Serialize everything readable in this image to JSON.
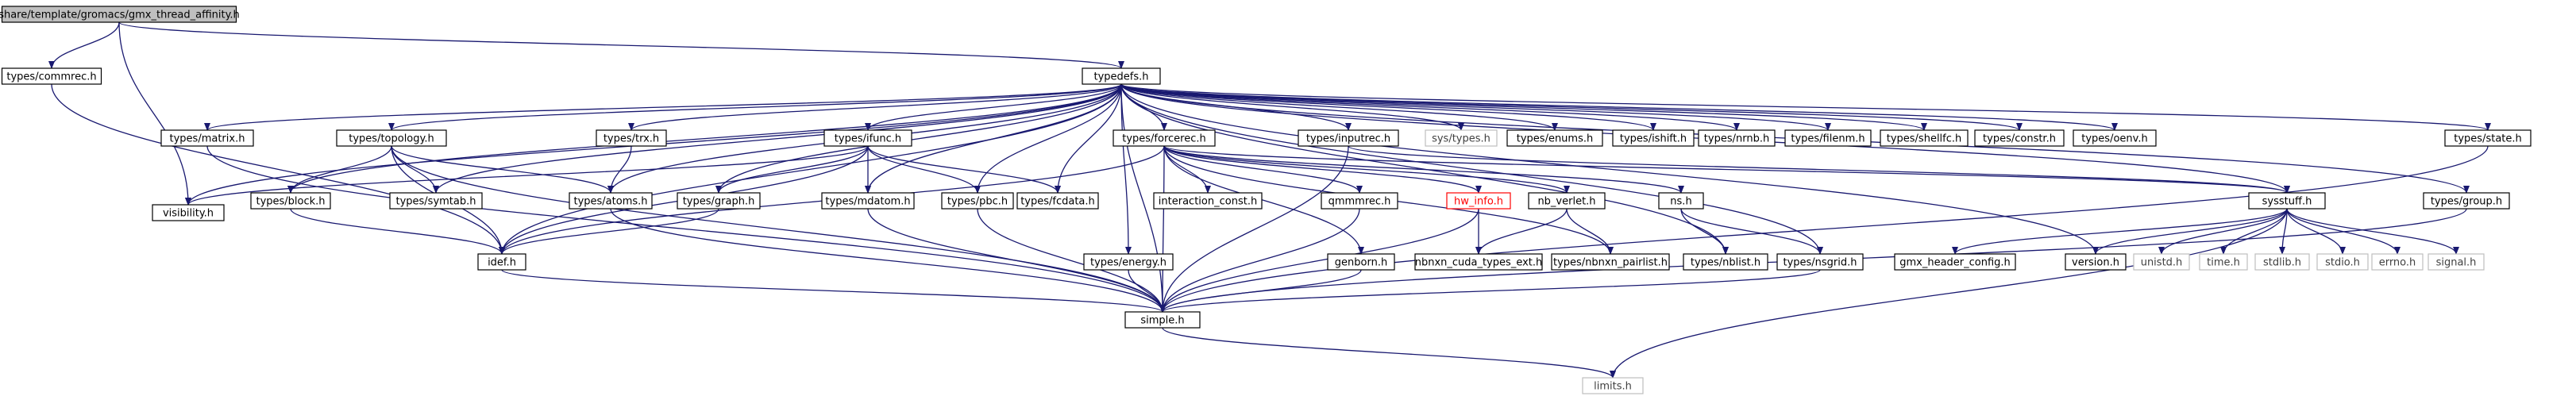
{
  "diagram": {
    "colors": {
      "edge": "#191970",
      "node_border": "#000000",
      "root_fill": "#bfbfbf",
      "root_border": "#000000",
      "system_border": "#bfbfbf",
      "system_text": "#404040",
      "highlight_border": "#ff0000",
      "highlight_text": "#ff0000",
      "text": "#000000",
      "node_fill": "#ffffff"
    },
    "nodes": [
      {
        "id": "root",
        "label": "share/template/gromacs/gmx_thread_affinity.h",
        "kind": "root"
      },
      {
        "id": "commrec",
        "label": "types/commrec.h",
        "kind": "file"
      },
      {
        "id": "typedefs",
        "label": "typedefs.h",
        "kind": "file"
      },
      {
        "id": "visibility",
        "label": "visibility.h",
        "kind": "file"
      },
      {
        "id": "matrix",
        "label": "types/matrix.h",
        "kind": "file"
      },
      {
        "id": "topology",
        "label": "types/topology.h",
        "kind": "file"
      },
      {
        "id": "trx",
        "label": "types/trx.h",
        "kind": "file"
      },
      {
        "id": "ifunc",
        "label": "types/ifunc.h",
        "kind": "file"
      },
      {
        "id": "forcerec",
        "label": "types/forcerec.h",
        "kind": "file"
      },
      {
        "id": "inputrec",
        "label": "types/inputrec.h",
        "kind": "file"
      },
      {
        "id": "systypes",
        "label": "sys/types.h",
        "kind": "system"
      },
      {
        "id": "enums",
        "label": "types/enums.h",
        "kind": "file"
      },
      {
        "id": "ishift",
        "label": "types/ishift.h",
        "kind": "file"
      },
      {
        "id": "nrnb",
        "label": "types/nrnb.h",
        "kind": "file"
      },
      {
        "id": "filenm",
        "label": "types/filenm.h",
        "kind": "file"
      },
      {
        "id": "shellfc",
        "label": "types/shellfc.h",
        "kind": "file"
      },
      {
        "id": "constr",
        "label": "types/constr.h",
        "kind": "file"
      },
      {
        "id": "oenv",
        "label": "types/oenv.h",
        "kind": "file"
      },
      {
        "id": "state",
        "label": "types/state.h",
        "kind": "file"
      },
      {
        "id": "block",
        "label": "types/block.h",
        "kind": "file"
      },
      {
        "id": "symtab",
        "label": "types/symtab.h",
        "kind": "file"
      },
      {
        "id": "atoms",
        "label": "types/atoms.h",
        "kind": "file"
      },
      {
        "id": "graph",
        "label": "types/graph.h",
        "kind": "file"
      },
      {
        "id": "mdatom",
        "label": "types/mdatom.h",
        "kind": "file"
      },
      {
        "id": "pbc",
        "label": "types/pbc.h",
        "kind": "file"
      },
      {
        "id": "fcdata",
        "label": "types/fcdata.h",
        "kind": "file"
      },
      {
        "id": "interaction_const",
        "label": "interaction_const.h",
        "kind": "file"
      },
      {
        "id": "qmmmrec",
        "label": "qmmmrec.h",
        "kind": "file"
      },
      {
        "id": "hw_info",
        "label": "hw_info.h",
        "kind": "highlight"
      },
      {
        "id": "nb_verlet",
        "label": "nb_verlet.h",
        "kind": "file"
      },
      {
        "id": "ns",
        "label": "ns.h",
        "kind": "file"
      },
      {
        "id": "sysstuff",
        "label": "sysstuff.h",
        "kind": "file"
      },
      {
        "id": "group",
        "label": "types/group.h",
        "kind": "file"
      },
      {
        "id": "idef",
        "label": "idef.h",
        "kind": "file"
      },
      {
        "id": "energy",
        "label": "types/energy.h",
        "kind": "file"
      },
      {
        "id": "genborn",
        "label": "genborn.h",
        "kind": "file"
      },
      {
        "id": "nbnxn_cuda",
        "label": "nbnxn_cuda_types_ext.h",
        "kind": "file"
      },
      {
        "id": "nbnxn_pairlist",
        "label": "types/nbnxn_pairlist.h",
        "kind": "file"
      },
      {
        "id": "nblist",
        "label": "types/nblist.h",
        "kind": "file"
      },
      {
        "id": "nsgrid",
        "label": "types/nsgrid.h",
        "kind": "file"
      },
      {
        "id": "gmx_header_config",
        "label": "gmx_header_config.h",
        "kind": "file"
      },
      {
        "id": "version",
        "label": "version.h",
        "kind": "file"
      },
      {
        "id": "unistd",
        "label": "unistd.h",
        "kind": "system"
      },
      {
        "id": "time",
        "label": "time.h",
        "kind": "system"
      },
      {
        "id": "stdlib",
        "label": "stdlib.h",
        "kind": "system"
      },
      {
        "id": "stdio",
        "label": "stdio.h",
        "kind": "system"
      },
      {
        "id": "errno",
        "label": "errno.h",
        "kind": "system"
      },
      {
        "id": "signal",
        "label": "signal.h",
        "kind": "system"
      },
      {
        "id": "simple",
        "label": "simple.h",
        "kind": "file"
      },
      {
        "id": "limits",
        "label": "limits.h",
        "kind": "system"
      }
    ],
    "edges": [
      [
        "root",
        "commrec"
      ],
      [
        "root",
        "typedefs"
      ],
      [
        "root",
        "visibility"
      ],
      [
        "commrec",
        "idef"
      ],
      [
        "typedefs",
        "visibility"
      ],
      [
        "typedefs",
        "matrix"
      ],
      [
        "typedefs",
        "topology"
      ],
      [
        "typedefs",
        "trx"
      ],
      [
        "typedefs",
        "ifunc"
      ],
      [
        "typedefs",
        "forcerec"
      ],
      [
        "typedefs",
        "inputrec"
      ],
      [
        "typedefs",
        "systypes"
      ],
      [
        "typedefs",
        "enums"
      ],
      [
        "typedefs",
        "ishift"
      ],
      [
        "typedefs",
        "nrnb"
      ],
      [
        "typedefs",
        "filenm"
      ],
      [
        "typedefs",
        "shellfc"
      ],
      [
        "typedefs",
        "constr"
      ],
      [
        "typedefs",
        "oenv"
      ],
      [
        "typedefs",
        "state"
      ],
      [
        "typedefs",
        "block"
      ],
      [
        "typedefs",
        "symtab"
      ],
      [
        "typedefs",
        "atoms"
      ],
      [
        "typedefs",
        "graph"
      ],
      [
        "typedefs",
        "mdatom"
      ],
      [
        "typedefs",
        "pbc"
      ],
      [
        "typedefs",
        "fcdata"
      ],
      [
        "typedefs",
        "energy"
      ],
      [
        "typedefs",
        "idef"
      ],
      [
        "typedefs",
        "simple"
      ],
      [
        "typedefs",
        "sysstuff"
      ],
      [
        "typedefs",
        "group"
      ],
      [
        "typedefs",
        "nblist"
      ],
      [
        "typedefs",
        "nsgrid"
      ],
      [
        "typedefs",
        "version"
      ],
      [
        "matrix",
        "simple"
      ],
      [
        "topology",
        "block"
      ],
      [
        "topology",
        "symtab"
      ],
      [
        "topology",
        "atoms"
      ],
      [
        "topology",
        "idef"
      ],
      [
        "topology",
        "simple"
      ],
      [
        "trx",
        "atoms"
      ],
      [
        "ifunc",
        "visibility"
      ],
      [
        "ifunc",
        "graph"
      ],
      [
        "ifunc",
        "mdatom"
      ],
      [
        "ifunc",
        "pbc"
      ],
      [
        "ifunc",
        "fcdata"
      ],
      [
        "ifunc",
        "idef"
      ],
      [
        "forcerec",
        "interaction_const"
      ],
      [
        "forcerec",
        "qmmmrec"
      ],
      [
        "forcerec",
        "hw_info"
      ],
      [
        "forcerec",
        "nb_verlet"
      ],
      [
        "forcerec",
        "ns"
      ],
      [
        "forcerec",
        "genborn"
      ],
      [
        "forcerec",
        "idef"
      ],
      [
        "forcerec",
        "sysstuff"
      ],
      [
        "forcerec",
        "nbnxn_pairlist"
      ],
      [
        "forcerec",
        "simple"
      ],
      [
        "inputrec",
        "sysstuff"
      ],
      [
        "inputrec",
        "simple"
      ],
      [
        "state",
        "simple"
      ],
      [
        "block",
        "idef"
      ],
      [
        "atoms",
        "simple"
      ],
      [
        "graph",
        "idef"
      ],
      [
        "mdatom",
        "simple"
      ],
      [
        "pbc",
        "simple"
      ],
      [
        "qmmmrec",
        "simple"
      ],
      [
        "hw_info",
        "nbnxn_cuda"
      ],
      [
        "hw_info",
        "simple"
      ],
      [
        "nb_verlet",
        "nbnxn_cuda"
      ],
      [
        "nb_verlet",
        "nbnxn_pairlist"
      ],
      [
        "ns",
        "nblist"
      ],
      [
        "ns",
        "nsgrid"
      ],
      [
        "sysstuff",
        "gmx_header_config"
      ],
      [
        "sysstuff",
        "version"
      ],
      [
        "sysstuff",
        "unistd"
      ],
      [
        "sysstuff",
        "time"
      ],
      [
        "sysstuff",
        "stdlib"
      ],
      [
        "sysstuff",
        "stdio"
      ],
      [
        "sysstuff",
        "errno"
      ],
      [
        "sysstuff",
        "signal"
      ],
      [
        "sysstuff",
        "limits"
      ],
      [
        "group",
        "simple"
      ],
      [
        "idef",
        "simple"
      ],
      [
        "energy",
        "simple"
      ],
      [
        "genborn",
        "simple"
      ],
      [
        "nsgrid",
        "simple"
      ],
      [
        "simple",
        "limits"
      ]
    ]
  }
}
